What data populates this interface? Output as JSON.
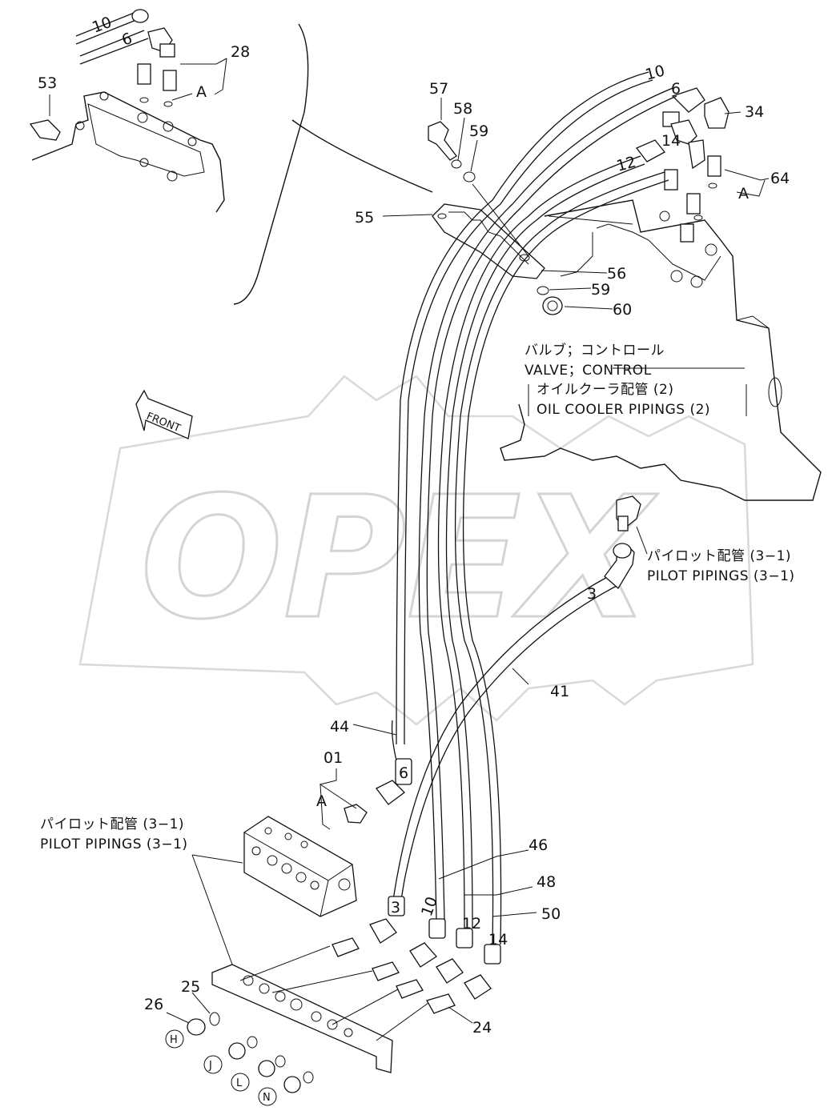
{
  "watermark": "OPEX",
  "front_arrow": "FRONT",
  "callouts": [
    {
      "id": "c10a",
      "text": "10"
    },
    {
      "id": "c6a",
      "text": "6"
    },
    {
      "id": "c28",
      "text": "28"
    },
    {
      "id": "c53",
      "text": "53"
    },
    {
      "id": "cA1",
      "text": "A"
    },
    {
      "id": "c57",
      "text": "57"
    },
    {
      "id": "c58",
      "text": "58"
    },
    {
      "id": "c59a",
      "text": "59"
    },
    {
      "id": "c10b",
      "text": "10"
    },
    {
      "id": "c6b",
      "text": "6"
    },
    {
      "id": "c34",
      "text": "34"
    },
    {
      "id": "c12a",
      "text": "12"
    },
    {
      "id": "c14a",
      "text": "14"
    },
    {
      "id": "c64",
      "text": "64"
    },
    {
      "id": "cA2",
      "text": "A"
    },
    {
      "id": "c55",
      "text": "55"
    },
    {
      "id": "c56",
      "text": "56"
    },
    {
      "id": "c59b",
      "text": "59"
    },
    {
      "id": "c60",
      "text": "60"
    },
    {
      "id": "c3",
      "text": "3"
    },
    {
      "id": "c41",
      "text": "41"
    },
    {
      "id": "c44",
      "text": "44"
    },
    {
      "id": "c6c",
      "text": "6"
    },
    {
      "id": "c01",
      "text": "01"
    },
    {
      "id": "cA3",
      "text": "A"
    },
    {
      "id": "c46",
      "text": "46"
    },
    {
      "id": "c48",
      "text": "48"
    },
    {
      "id": "c50",
      "text": "50"
    },
    {
      "id": "c3b",
      "text": "3"
    },
    {
      "id": "c10c",
      "text": "10"
    },
    {
      "id": "c12b",
      "text": "12"
    },
    {
      "id": "c14b",
      "text": "14"
    },
    {
      "id": "c25",
      "text": "25"
    },
    {
      "id": "c26",
      "text": "26"
    },
    {
      "id": "c24",
      "text": "24"
    },
    {
      "id": "cH",
      "text": "H"
    },
    {
      "id": "cJ",
      "text": "J"
    },
    {
      "id": "cL",
      "text": "L"
    },
    {
      "id": "cN",
      "text": "N"
    }
  ],
  "notes": {
    "valve_jp": "バルブ；コントロール",
    "valve_en": "VALVE；CONTROL",
    "oil_jp": "オイルクーラ配管 (2)",
    "oil_en": "OIL COOLER PIPINGS (2)",
    "pilot_right_jp": "パイロット配管 (3−1)",
    "pilot_right_en": "PILOT PIPINGS (3−1)",
    "pilot_left_jp": "パイロット配管 (3−1)",
    "pilot_left_en": "PILOT PIPINGS (3−1)"
  }
}
